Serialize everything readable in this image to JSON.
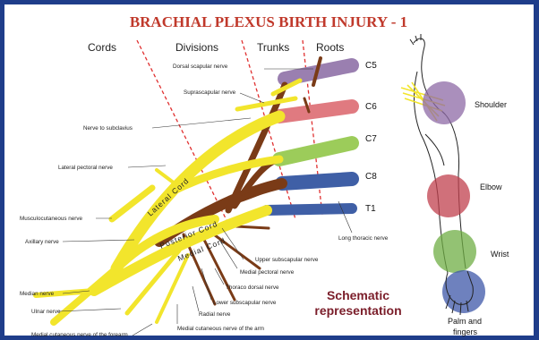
{
  "title": "BRACHIAL PLEXUS BIRTH INJURY - 1",
  "headers": {
    "cords": "Cords",
    "divisions": "Divisions",
    "trunks": "Trunks",
    "roots": "Roots"
  },
  "roots": [
    "C5",
    "C6",
    "C7",
    "C8",
    "T1"
  ],
  "cord_labels": {
    "lateral": "Lateral Cord",
    "posterior": "Posterior Cord",
    "medial": "Medial Cord"
  },
  "nerves_left": {
    "nerve_to_subclavius": "Nerve to subclavius",
    "lateral_pectoral": "Lateral pectoral nerve",
    "musculocutaneous": "Musculocutaneous nerve",
    "axillary": "Axillary nerve",
    "median": "Median nerve",
    "ulnar": "Ulnar nerve",
    "medial_cut_forearm": "Medial cutaneous nerve of the forearm"
  },
  "nerves_top": {
    "dorsal_scapular": "Dorsal scapular nerve",
    "suprascapular": "Suprascapular nerve"
  },
  "nerves_bottom": {
    "upper_subscapular": "Upper subscapular nerve",
    "medial_pectoral": "Medial pectoral nerve",
    "thoraco_dorsal": "Thoraco dorsal nerve",
    "lower_subscapular": "Lower subscapular nerve",
    "radial": "Radial nerve",
    "medial_cut_arm": "Medial cutaneous nerve of the arm",
    "long_thoracic": "Long thoracic nerve"
  },
  "schematic": [
    "Schematic",
    "representation"
  ],
  "body_regions": [
    "Shoulder",
    "Elbow",
    "Wrist",
    "Palm and",
    "fingers"
  ],
  "colors": {
    "frame": "#1f3d8a",
    "title": "#c0392b",
    "yellow": "#f2e52c",
    "brown": "#7a3b17",
    "c5": "#9a7fb0",
    "c6": "#e07a80",
    "c7": "#9ccc5a",
    "c8": "#3f5fa6",
    "shoulder_circle": "#8e6aa6",
    "elbow_circle": "#c0404e",
    "wrist_circle": "#6fae44",
    "palm_circle": "#3d57a8"
  }
}
